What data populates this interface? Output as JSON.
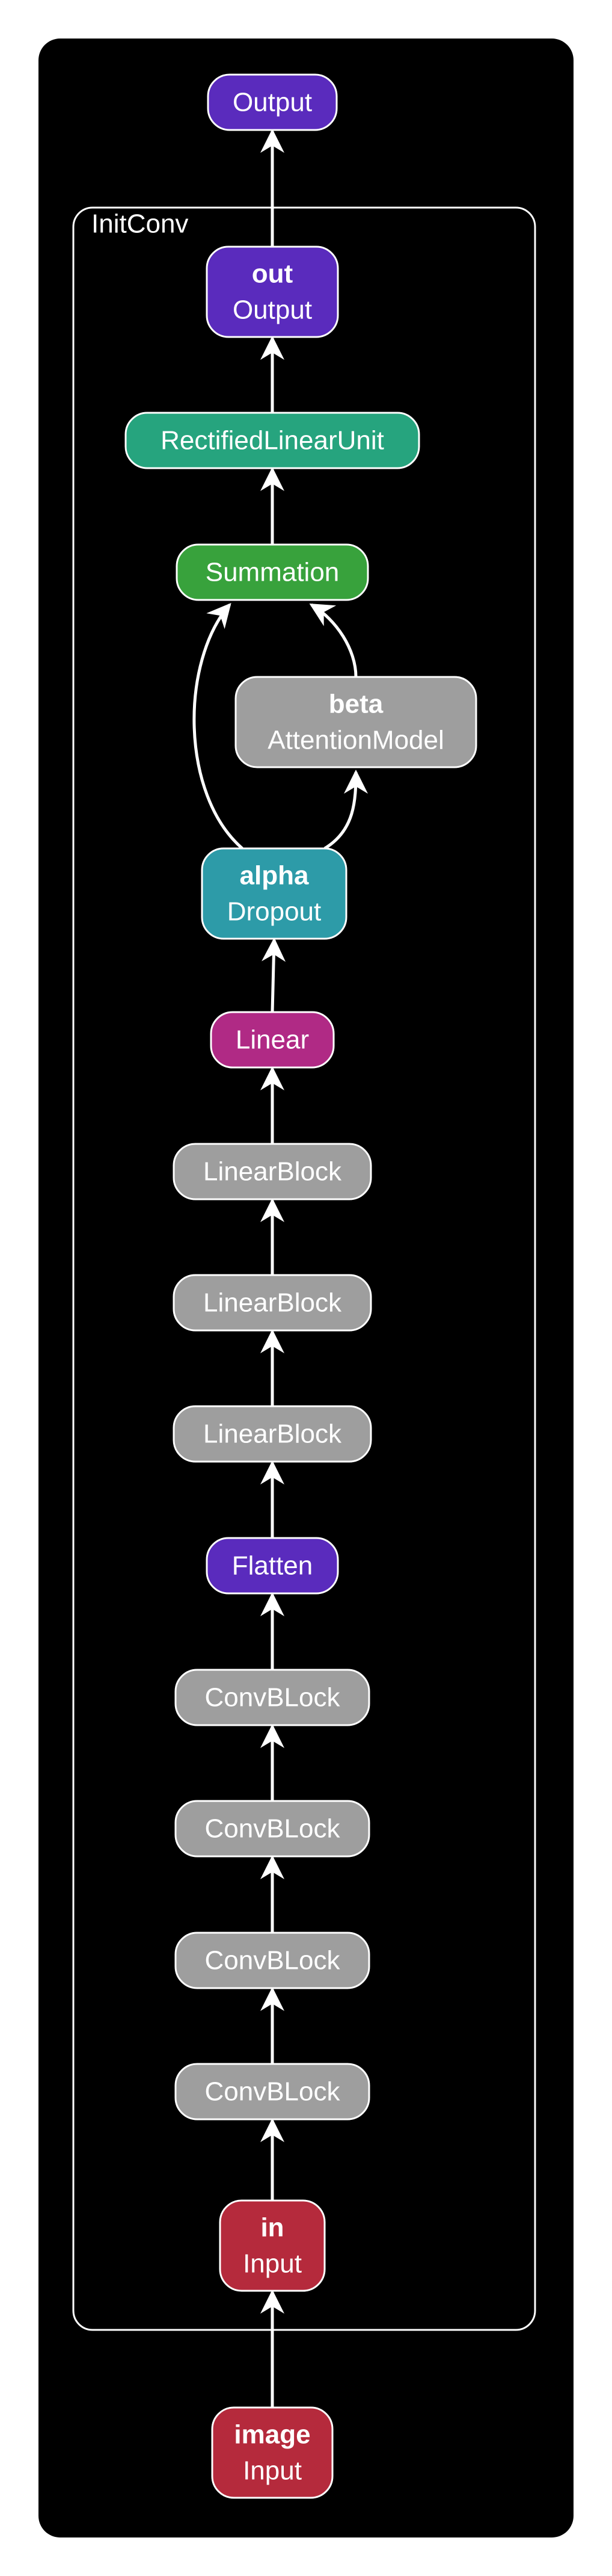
{
  "group": {
    "label": "InitConv"
  },
  "colors": {
    "background": "#000000",
    "io_purple": "#5a2bbd",
    "input_red": "#b52a3c",
    "relu_green": "#26a47e",
    "sum_green": "#38a23c",
    "dropout_teal": "#2d9ba8",
    "linear_magenta": "#b02a85",
    "block_gray": "#9e9e9e",
    "stroke": "#ffffff"
  },
  "nodes": [
    {
      "id": "output_top",
      "title": "",
      "label": "Output",
      "color": "#5a2bbd"
    },
    {
      "id": "out",
      "title": "out",
      "label": "Output",
      "color": "#5a2bbd"
    },
    {
      "id": "relu",
      "title": "",
      "label": "RectifiedLinearUnit",
      "color": "#26a47e"
    },
    {
      "id": "sum",
      "title": "",
      "label": "Summation",
      "color": "#38a23c"
    },
    {
      "id": "beta",
      "title": "beta",
      "label": "AttentionModel",
      "color": "#9e9e9e"
    },
    {
      "id": "alpha",
      "title": "alpha",
      "label": "Dropout",
      "color": "#2d9ba8"
    },
    {
      "id": "linear",
      "title": "",
      "label": "Linear",
      "color": "#b02a85"
    },
    {
      "id": "lb1",
      "title": "",
      "label": "LinearBlock",
      "color": "#9e9e9e"
    },
    {
      "id": "lb2",
      "title": "",
      "label": "LinearBlock",
      "color": "#9e9e9e"
    },
    {
      "id": "lb3",
      "title": "",
      "label": "LinearBlock",
      "color": "#9e9e9e"
    },
    {
      "id": "flatten",
      "title": "",
      "label": "Flatten",
      "color": "#5a2bbd"
    },
    {
      "id": "cb1",
      "title": "",
      "label": "ConvBLock",
      "color": "#9e9e9e"
    },
    {
      "id": "cb2",
      "title": "",
      "label": "ConvBLock",
      "color": "#9e9e9e"
    },
    {
      "id": "cb3",
      "title": "",
      "label": "ConvBLock",
      "color": "#9e9e9e"
    },
    {
      "id": "cb4",
      "title": "",
      "label": "ConvBLock",
      "color": "#9e9e9e"
    },
    {
      "id": "in",
      "title": "in",
      "label": "Input",
      "color": "#b52a3c"
    },
    {
      "id": "image",
      "title": "image",
      "label": "Input",
      "color": "#b52a3c"
    }
  ],
  "edges": [
    {
      "from": "image",
      "to": "in"
    },
    {
      "from": "in",
      "to": "cb4"
    },
    {
      "from": "cb4",
      "to": "cb3"
    },
    {
      "from": "cb3",
      "to": "cb2"
    },
    {
      "from": "cb2",
      "to": "cb1"
    },
    {
      "from": "cb1",
      "to": "flatten"
    },
    {
      "from": "flatten",
      "to": "lb3"
    },
    {
      "from": "lb3",
      "to": "lb2"
    },
    {
      "from": "lb2",
      "to": "lb1"
    },
    {
      "from": "lb1",
      "to": "linear"
    },
    {
      "from": "linear",
      "to": "alpha"
    },
    {
      "from": "alpha",
      "to": "beta"
    },
    {
      "from": "alpha",
      "to": "sum"
    },
    {
      "from": "beta",
      "to": "sum"
    },
    {
      "from": "sum",
      "to": "relu"
    },
    {
      "from": "relu",
      "to": "out"
    },
    {
      "from": "out",
      "to": "output_top"
    }
  ]
}
